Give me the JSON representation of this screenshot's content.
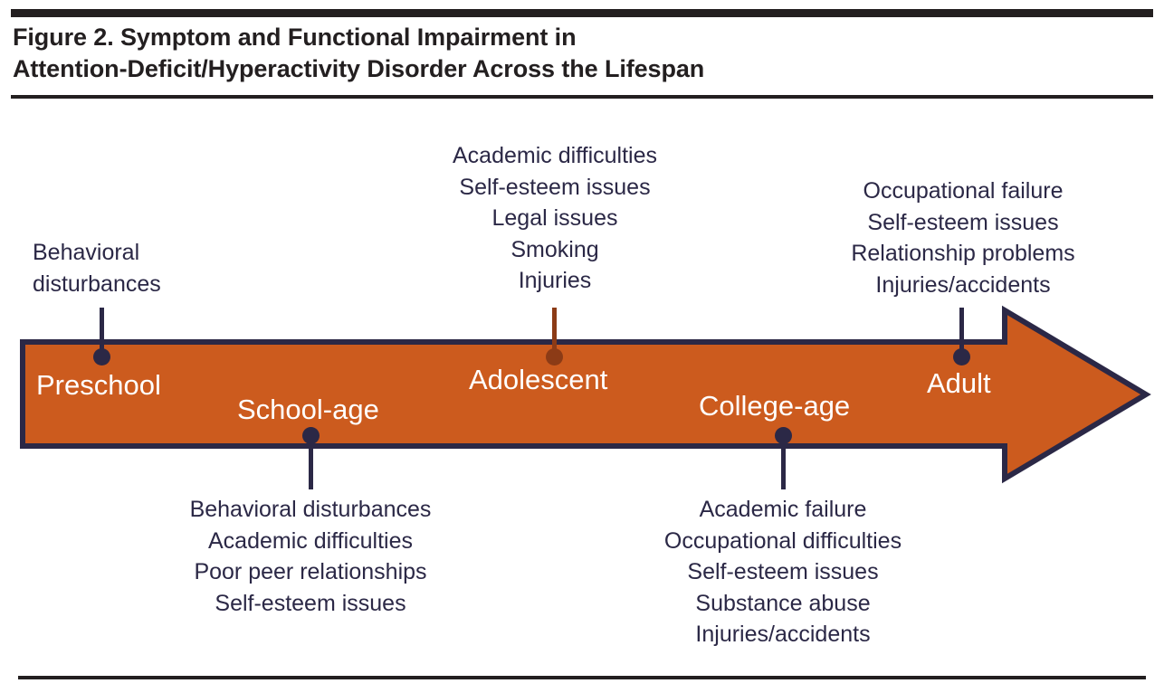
{
  "figure": {
    "title_lines": [
      "Figure 2. Symptom and Functional Impairment in",
      "Attention-Deficit/Hyperactivity Disorder Across the Lifespan"
    ],
    "colors": {
      "arrow_fill": "#cc5b1e",
      "arrow_border": "#2b2846",
      "stem_navy": "#2b2846",
      "stem_brown": "#8c3b16",
      "text_navy": "#2b2846",
      "stage_label": "#ffffff",
      "rule": "#231f20"
    }
  },
  "chart_data": {
    "type": "timeline",
    "title": "Figure 2. Symptom and Functional Impairment in Attention-Deficit/Hyperactivity Disorder Across the Lifespan",
    "direction": "left-to-right",
    "stages": [
      {
        "label": "Preschool",
        "side": "above",
        "symptoms": [
          "Behavioral",
          "disturbances"
        ],
        "symptom_text": "Behavioral disturbances",
        "stem_color": "#2b2846"
      },
      {
        "label": "School-age",
        "side": "below",
        "symptoms": [
          "Behavioral disturbances",
          "Academic difficulties",
          "Poor peer relationships",
          "Self-esteem issues"
        ],
        "stem_color": "#2b2846"
      },
      {
        "label": "Adolescent",
        "side": "above",
        "symptoms": [
          "Academic difficulties",
          "Self-esteem issues",
          "Legal issues",
          "Smoking",
          "Injuries"
        ],
        "stem_color": "#8c3b16"
      },
      {
        "label": "College-age",
        "side": "below",
        "symptoms": [
          "Academic failure",
          "Occupational difficulties",
          "Self-esteem issues",
          "Substance abuse",
          "Injuries/accidents"
        ],
        "stem_color": "#2b2846"
      },
      {
        "label": "Adult",
        "side": "above",
        "symptoms": [
          "Occupational failure",
          "Self-esteem issues",
          "Relationship problems",
          "Injuries/accidents"
        ],
        "stem_color": "#2b2846"
      }
    ]
  }
}
